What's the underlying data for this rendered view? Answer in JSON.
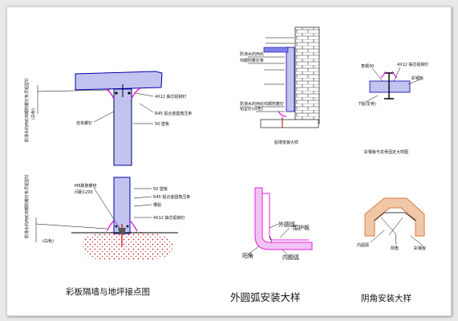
{
  "titles": {
    "left": "彩板隔墙与地坪接点图",
    "arc": "外圆弧安装大样",
    "inner_corner": "阴角安装大样",
    "wall": "贴墙安装大样",
    "keel": "彩钢板与龙骨固定大样图"
  },
  "left_top": {
    "label_vertical_1": "防滑水的丙纶鸡眼附着钉条员铝型钉",
    "label_vertical_2": "(白色)",
    "label_rivet_top": "4X12 抽芯铝铆钉",
    "label_r45": "R45 铝合金圆角压条",
    "label_50": "50 壁板",
    "label_rivet_bottom": "自攻螺钉"
  },
  "left_bottom": {
    "label_vertical_1": "防滑水的丙纶鸡眼附着钉条员铝型钉",
    "label_vertical_2": "(白色)",
    "label_m6": "M6膨胀螺栓",
    "label_m6b": "间距1200",
    "label_50": "50 壁板",
    "label_r45": "R45 铝合金圆角压条",
    "label_cao": "槽铝",
    "label_rivet": "4X12 抽芯铝铆钉"
  },
  "wall": {
    "label_1": "防滑水的丙纶",
    "label_2": "鸡眼附着钉条",
    "label_3": "防滑水的丙纶鸡眼附着钉",
    "label_4": "铝型钉(白色)"
  },
  "keel": {
    "label_angle": "角钢30",
    "label_rivet": "4X12 抽芯铝铆钉",
    "label_panel": "彩钢板",
    "label_t": "T铝(龙骨)"
  },
  "arc": {
    "label_outer": "外圆弧",
    "label_guard": "围护板",
    "label_corner": "阳角",
    "label_inner": "内圆弧"
  },
  "inner_corner": {
    "label_inner": "内圆弧",
    "label_corner": "阴角",
    "label_panel": "彩钢板"
  },
  "colors": {
    "panel_fill": "#c3c3f0",
    "panel_stroke": "#0000aa",
    "magenta": "#e020e0",
    "red_dot": "#cc0000",
    "corner_orange": "#d87840"
  }
}
